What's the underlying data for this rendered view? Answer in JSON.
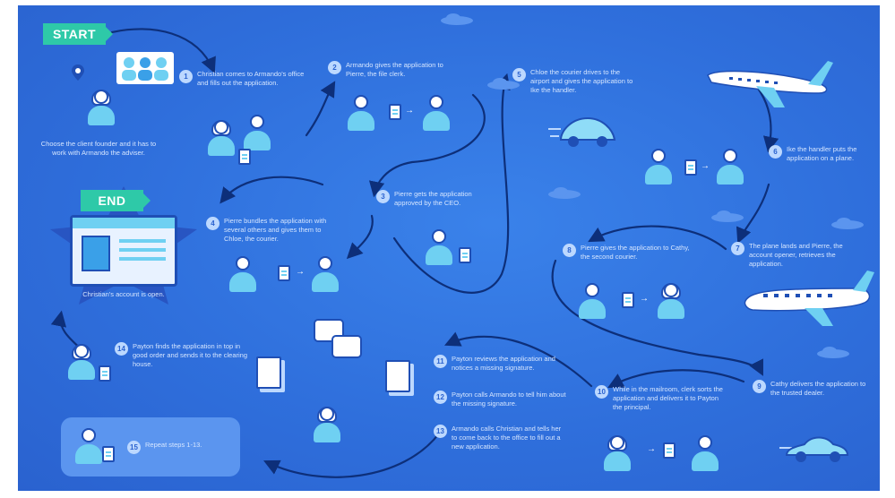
{
  "start_label": "START",
  "end_label": "END",
  "start_caption": "Choose the client founder and it has to work with Armando the adviser.",
  "end_caption": "Christian's account is open.",
  "steps": [
    {
      "num": "1",
      "text": "Christian comes to Armando's office and fills out the application."
    },
    {
      "num": "2",
      "text": "Armando gives the application to Pierre, the file clerk."
    },
    {
      "num": "3",
      "text": "Pierre gets the application approved by the CEO."
    },
    {
      "num": "4",
      "text": "Pierre bundles the application with several others and gives them to Chloe, the courier."
    },
    {
      "num": "5",
      "text": "Chloe the courier drives to the airport and gives the application to Ike the handler."
    },
    {
      "num": "6",
      "text": "Ike the handler puts the application on a plane."
    },
    {
      "num": "7",
      "text": "The plane lands and Pierre, the account opener, retrieves the application."
    },
    {
      "num": "8",
      "text": "Pierre gives the application to Cathy, the second courier."
    },
    {
      "num": "9",
      "text": "Cathy delivers the application to the trusted dealer."
    },
    {
      "num": "10",
      "text": "While in the mailroom, clerk sorts the application and delivers it to Payton the principal."
    },
    {
      "num": "11",
      "text": "Payton reviews the application and notices a missing signature."
    },
    {
      "num": "12",
      "text": "Payton calls Armando to tell him about the missing signature."
    },
    {
      "num": "13",
      "text": "Armando calls Christian and tells her to come back to the office to fill out a new application."
    },
    {
      "num": "14",
      "text": "Payton finds the application in top in good order and sends it to the clearing house."
    },
    {
      "num": "15",
      "text": "Repeat steps 1-13."
    }
  ],
  "colors": {
    "background": "#2f6fdc",
    "accent": "#2ec9a8",
    "icon_fill": "#6fd0f2",
    "outline": "#1f4fb5"
  },
  "icons": [
    "map-pin-icon",
    "people-group-icon",
    "person-icon",
    "document-icon",
    "car-icon",
    "airplane-icon",
    "passport-icon",
    "chat-bubbles-icon",
    "papers-icon",
    "star-badge-icon",
    "cloud-icon"
  ]
}
